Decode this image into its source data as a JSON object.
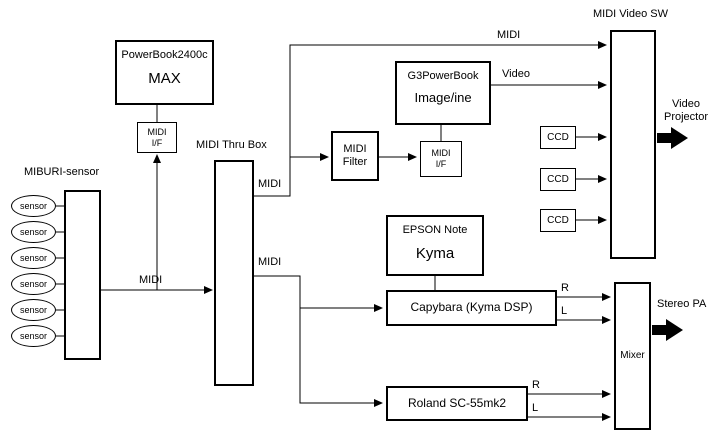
{
  "diagram": {
    "nodes": {
      "miburi": {
        "label": "MIBURI-sensor"
      },
      "sensors": [
        "sensor",
        "sensor",
        "sensor",
        "sensor",
        "sensor",
        "sensor"
      ],
      "powerbook": {
        "title": "PowerBook2400c",
        "app": "MAX"
      },
      "midi_if_1": {
        "line1": "MIDI",
        "line2": "I/F"
      },
      "thru_box": {
        "label": "MIDI Thru Box"
      },
      "midi_filter": {
        "line1": "MIDI",
        "line2": "Filter"
      },
      "midi_if_2": {
        "line1": "MIDI",
        "line2": "I/F"
      },
      "g3_powerbook": {
        "title": "G3PowerBook",
        "app": "Image/ine"
      },
      "midi_video_sw": {
        "label": "MIDI Video SW"
      },
      "ccd": [
        "CCD",
        "CCD",
        "CCD"
      ],
      "epson": {
        "title": "EPSON Note",
        "app": "Kyma"
      },
      "capybara": {
        "label": "Capybara (Kyma DSP)"
      },
      "roland": {
        "label": "Roland SC-55mk2"
      },
      "mixer": {
        "label": "Mixer"
      }
    },
    "outputs": {
      "video_projector": {
        "line1": "Video",
        "line2": "Projector"
      },
      "stereo_pa": {
        "label": "Stereo PA"
      }
    },
    "wire_labels": {
      "miburi_midi": "MIDI",
      "thru_upper_midi": "MIDI",
      "thru_lower_midi": "MIDI",
      "video_sw_midi": "MIDI",
      "video": "Video",
      "capybara_r": "R",
      "capybara_l": "L",
      "roland_r": "R",
      "roland_l": "L"
    }
  }
}
